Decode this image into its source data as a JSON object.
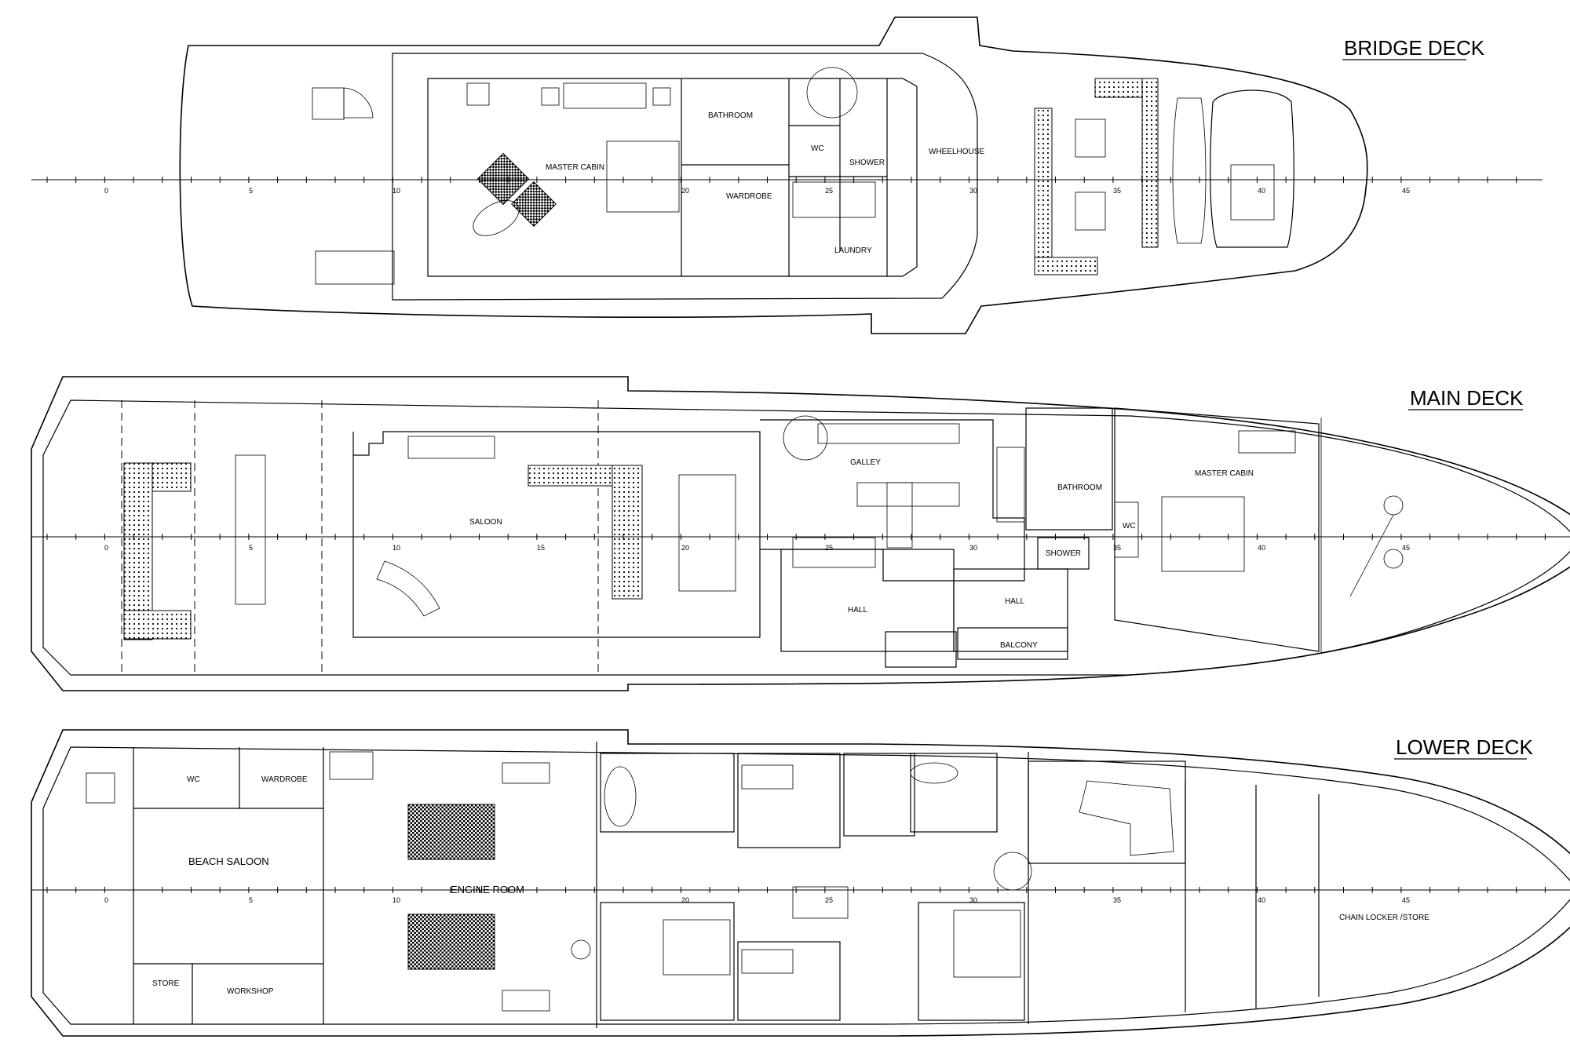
{
  "decks": {
    "bridge": {
      "title": "BRIDGE DECK",
      "rooms": {
        "master_cabin": "MASTER CABIN",
        "bathroom": "BATHROOM",
        "wc": "WC",
        "shower": "SHOWER",
        "wheelhouse": "WHEELHOUSE",
        "wardrobe": "WARDROBE",
        "laundry": "LAUNDRY"
      },
      "scale": [
        "0",
        "5",
        "10",
        "20",
        "25",
        "30",
        "35",
        "40",
        "45"
      ]
    },
    "main": {
      "title": "MAIN DECK",
      "rooms": {
        "saloon": "SALOON",
        "galley": "GALLEY",
        "bathroom": "BATHROOM",
        "master_cabin": "MASTER CABIN",
        "wc": "WC",
        "shower": "SHOWER",
        "hall_left": "HALL",
        "hall_right": "HALL",
        "balcony": "BALCONY"
      },
      "scale": [
        "0",
        "5",
        "10",
        "15",
        "20",
        "25",
        "30",
        "35",
        "40",
        "45"
      ]
    },
    "lower": {
      "title": "LOWER DECK",
      "rooms": {
        "wc": "WC",
        "wardrobe": "WARDROBE",
        "beach_saloon": "BEACH SALOON",
        "engine_room": "ENGINE ROOM",
        "store": "STORE",
        "workshop": "WORKSHOP",
        "chain_locker": "CHAIN LOCKER /STORE"
      },
      "scale": [
        "0",
        "5",
        "10",
        "20",
        "25",
        "30",
        "35",
        "40",
        "45"
      ]
    }
  },
  "colors": {
    "line": "#000000",
    "background": "#ffffff"
  }
}
